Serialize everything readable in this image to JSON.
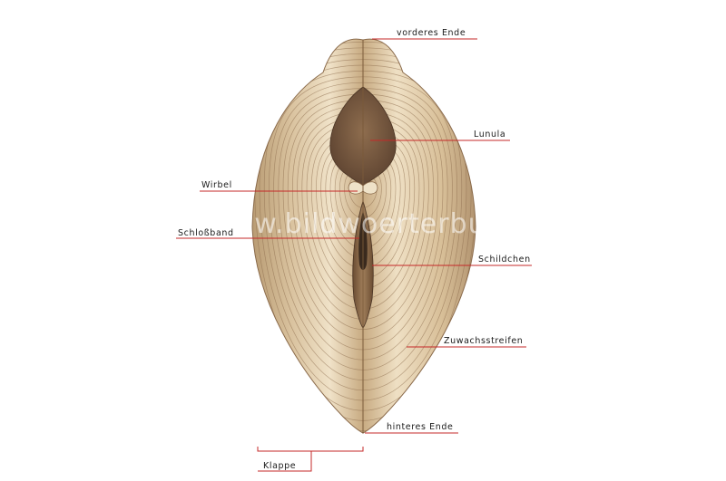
{
  "diagram": {
    "watermark": "www.bildwoerterbuch.com",
    "labels": {
      "anterior_end": "vorderes Ende",
      "lunule": "Lunula",
      "umbo": "Wirbel",
      "ligament": "Schloßband",
      "escutcheon": "Schildchen",
      "growth_line": "Zuwachsstreifen",
      "posterior_end": "hinteres Ende",
      "valve": "Klappe"
    },
    "colors": {
      "shell": "#d8bf98",
      "shell_highlight": "#f2e6d0",
      "shell_shadow": "#b09068",
      "growth_lines": "#8a6a4a",
      "lunule": "#6e5138",
      "escutcheon": "#7a5a3a",
      "leader_lines": "#c62828"
    }
  }
}
